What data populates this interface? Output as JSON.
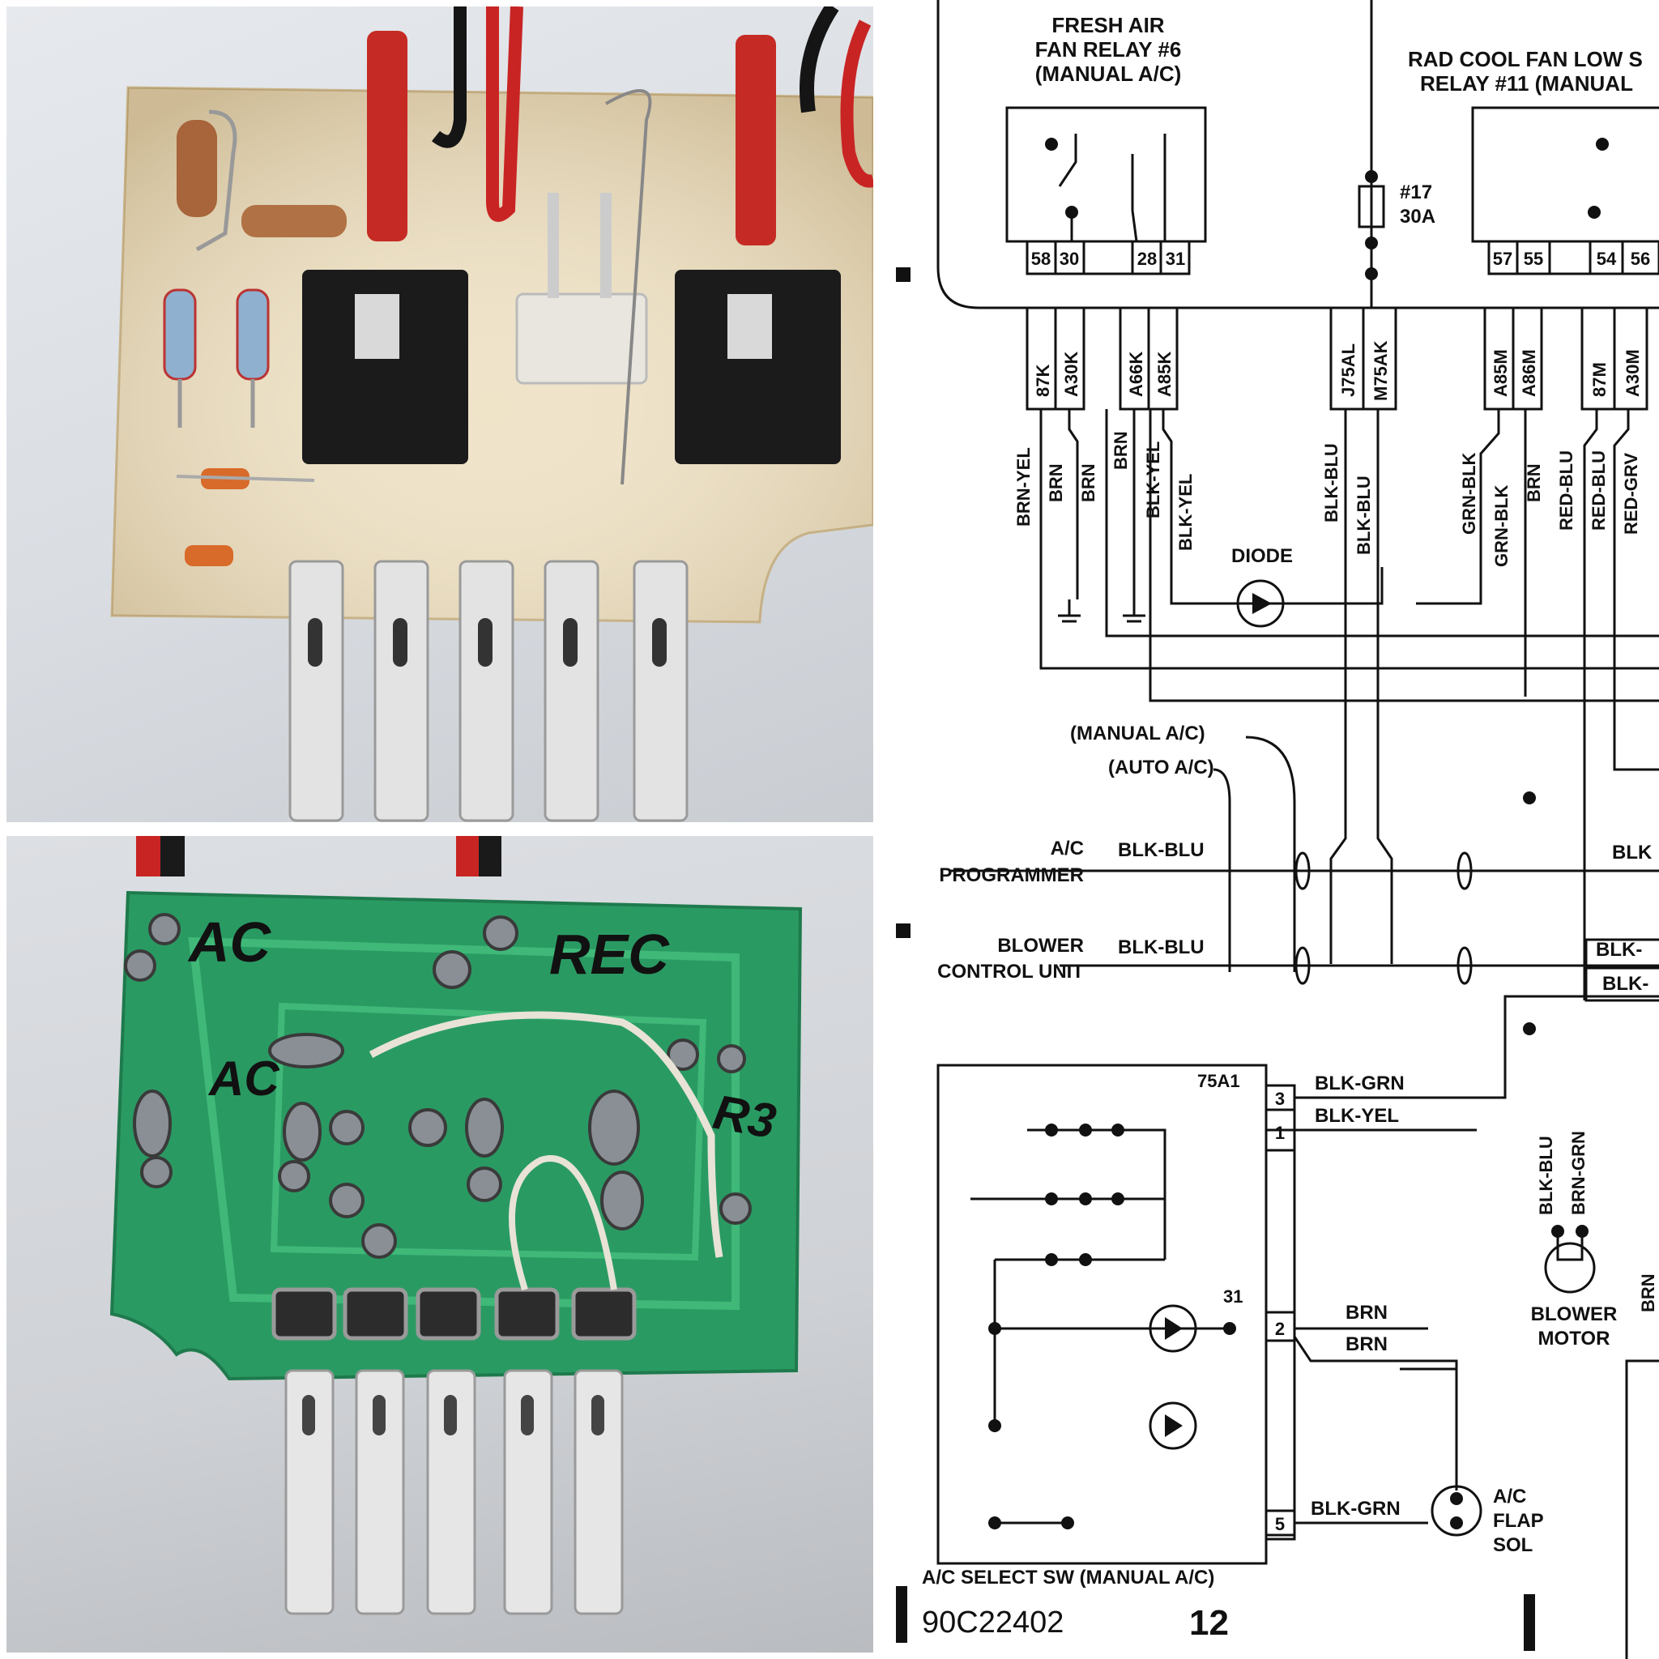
{
  "photos": {
    "top": {
      "subject": "relay board component side (cream PCB)"
    },
    "bottom": {
      "subject": "relay board solder side (green PCB)",
      "handwriting": [
        "AC",
        "REC",
        "AC",
        "R3"
      ]
    }
  },
  "schematic": {
    "relay1": {
      "title1": "FRESH AIR",
      "title2": "FAN RELAY #6",
      "title3": "(MANUAL A/C)",
      "pins": [
        "58",
        "30",
        "28",
        "31"
      ]
    },
    "relay2": {
      "title1": "RAD COOL FAN LOW S",
      "title2": "RELAY #11 (MANUAL",
      "pins": [
        "57",
        "55",
        "54",
        "56"
      ]
    },
    "fuse": {
      "label1": "#17",
      "label2": "30A"
    },
    "connectors": [
      "87K",
      "A30K",
      "A66K",
      "A85K",
      "J75AL",
      "M75AK",
      "A85M",
      "A86M",
      "87M",
      "A30M"
    ],
    "wires": {
      "w1": "BRN-YEL",
      "w2": "BRN",
      "w3": "BRN",
      "w4": "BRN",
      "w5": "BLK-YEL",
      "w6": "BLK-YEL",
      "w7": "BLK-BLU",
      "w8": "BLK-BLU",
      "w9": "GRN-BLK",
      "w10": "GRN-BLK",
      "w11": "BRN",
      "w12": "RED-BLU",
      "w13": "RED-BLU",
      "w14": "RED-GRV"
    },
    "diode": "DIODE",
    "manual_ac": "(MANUAL A/C)",
    "auto_ac": "(AUTO A/C)",
    "programmer1": "A/C",
    "programmer2": "PROGRAMMER",
    "programmer_wire": "BLK-BLU",
    "programmer_right": "BLK",
    "blower1": "BLOWER",
    "blower2": "CONTROL UNIT",
    "blower_wire": "BLK-BLU",
    "blower_right1": "BLK-",
    "blower_right2": "BLK-",
    "switch_splice": "75A1",
    "switch_pins": [
      "3",
      "1",
      "2",
      "5"
    ],
    "switch_wires": {
      "p3": "BLK-GRN",
      "p1": "BLK-YEL",
      "p2a": "BRN",
      "p2b": "BRN",
      "p5": "BLK-GRN"
    },
    "node31": "31",
    "motor_wires": [
      "BLK-BLU",
      "BRN-GRN"
    ],
    "motor1": "BLOWER",
    "motor2": "MOTOR",
    "right_brn": "BRN",
    "sol1": "A/C",
    "sol2": "FLAP",
    "sol3": "SOL",
    "switch_title": "A/C SELECT SW (MANUAL A/C)",
    "doc_id": "90C22402",
    "page_num": "12"
  }
}
